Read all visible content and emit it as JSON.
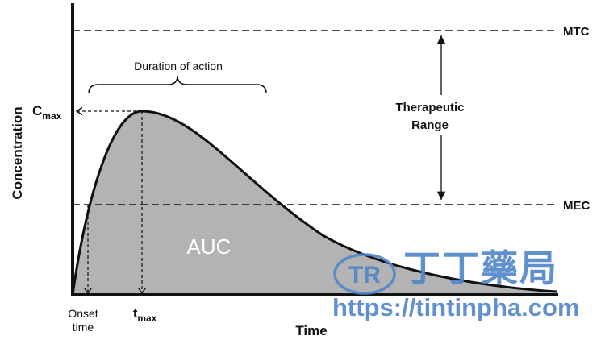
{
  "title": "Pharmacokinetic concentration-time curve",
  "labels": {
    "y_axis": "Concentration",
    "x_axis": "Time",
    "mtc": "MTC",
    "mec": "MEC",
    "therapeutic_range_line1": "Therapeutic",
    "therapeutic_range_line2": "Range",
    "duration": "Duration of action",
    "cmax_main": "C",
    "cmax_sub": "max",
    "tmax_main": "t",
    "tmax_sub": "max",
    "onset_line1": "Onset",
    "onset_line2": "time",
    "auc": "AUC"
  },
  "watermark": {
    "logo": "TR",
    "name": "丁丁藥局",
    "url": "https://tintinpha.com"
  },
  "colors": {
    "fill": "#b3b3b3",
    "watermark": "#4f86c9"
  }
}
